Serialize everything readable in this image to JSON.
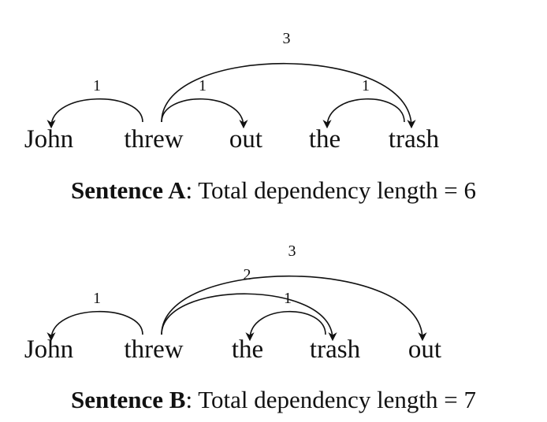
{
  "sentences": [
    {
      "id": "A",
      "words": [
        "John",
        "threw",
        "out",
        "the",
        "trash"
      ],
      "arcs": [
        {
          "head": 1,
          "dep": 0,
          "label": "1"
        },
        {
          "head": 1,
          "dep": 2,
          "label": "1"
        },
        {
          "head": 4,
          "dep": 3,
          "label": "1"
        },
        {
          "head": 1,
          "dep": 4,
          "label": "3"
        }
      ],
      "caption_bold": "Sentence A",
      "caption_rest": ": Total dependency length = 6"
    },
    {
      "id": "B",
      "words": [
        "John",
        "threw",
        "the",
        "trash",
        "out"
      ],
      "arcs": [
        {
          "head": 1,
          "dep": 0,
          "label": "1"
        },
        {
          "head": 3,
          "dep": 2,
          "label": "1"
        },
        {
          "head": 1,
          "dep": 3,
          "label": "2"
        },
        {
          "head": 1,
          "dep": 4,
          "label": "3"
        }
      ],
      "caption_bold": "Sentence B",
      "caption_rest": ": Total dependency length = 7"
    }
  ]
}
